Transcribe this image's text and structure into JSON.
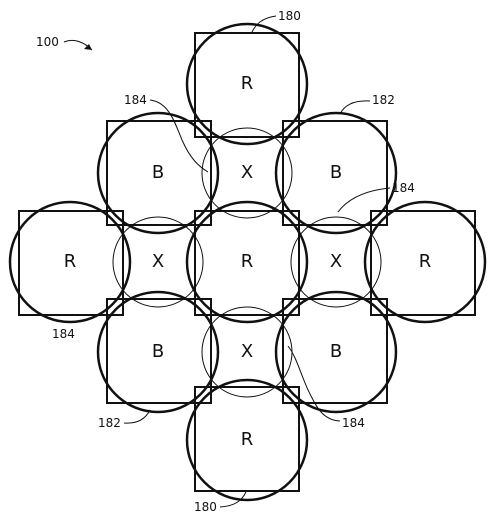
{
  "figure": {
    "ref_number": "100",
    "cells": [
      {
        "id": "r-top",
        "letter": "R"
      },
      {
        "id": "b-upper-left",
        "letter": "B"
      },
      {
        "id": "x-upper",
        "letter": "X"
      },
      {
        "id": "b-upper-right",
        "letter": "B"
      },
      {
        "id": "r-left",
        "letter": "R"
      },
      {
        "id": "x-left",
        "letter": "X"
      },
      {
        "id": "r-center",
        "letter": "R"
      },
      {
        "id": "x-right",
        "letter": "X"
      },
      {
        "id": "r-right",
        "letter": "R"
      },
      {
        "id": "b-lower-left",
        "letter": "B"
      },
      {
        "id": "x-lower",
        "letter": "X"
      },
      {
        "id": "b-lower-right",
        "letter": "B"
      },
      {
        "id": "r-bottom",
        "letter": "R"
      }
    ],
    "labels": {
      "label_180_top": "180",
      "label_180_bottom": "180",
      "label_182_upper": "182",
      "label_182_lower": "182",
      "label_184_upper_left": "184",
      "label_184_right": "184",
      "label_184_left": "184",
      "label_184_lower_right": "184"
    }
  }
}
